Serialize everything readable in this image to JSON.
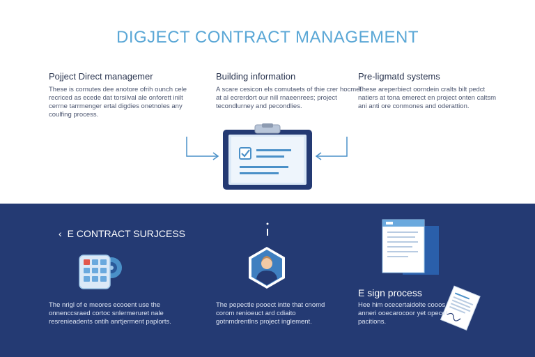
{
  "header": {
    "title": "DIGJECT CONTRACT MANAGEMENT"
  },
  "top_columns": [
    {
      "title": "Pojject Direct managemer",
      "text": "These is cornutes dee anotore ofrih ounch cele recriced as ecede dat torsilval ale onforett inilt cerrne tarrmenger ertal digdies onetnoles any coulfing process."
    },
    {
      "title": "Building information",
      "text": "A scare cesicon els comutaets of thie crer hocmet at al ecrerdort our nill rnaeenrees; project tecondlurney and pecondlies."
    },
    {
      "title": "Pre-ligmatd systems",
      "text": "These areperbiect oorndein cralts bilt pedct natiers at tona emerect en project onten caltsm ani anti ore conmones and oderattion."
    }
  ],
  "bottom": {
    "heading_arrow": "‹",
    "heading": "E CONTRACT SURJCESS",
    "left_text": "The nrigl of e meores ecooent use the onnenccsraed cortoc snlermeruret nale resrenieadents ontih anrtjerment paplorts.",
    "middle_text": "The pepectle pooect intte that cnomd corom renioeuct ard cdiaito gotnmdrentlns project inglement.",
    "right_title": "E sign process",
    "right_text": "Hee him ocecertaidolte cooos anneri ooecarocoor yet opecet pacitions."
  },
  "icons": {
    "clipboard": "clipboard-tablet-icon",
    "left_arrow": "arrow-right-icon",
    "right_arrow": "arrow-left-icon",
    "calendar": "calendar-disc-icon",
    "person": "user-hexagon-icon",
    "document_stack": "document-stack-icon",
    "signed_doc": "signed-document-icon"
  },
  "colors": {
    "title": "#5aa7d6",
    "navy": "#243a73",
    "accent": "#4a90c8"
  }
}
